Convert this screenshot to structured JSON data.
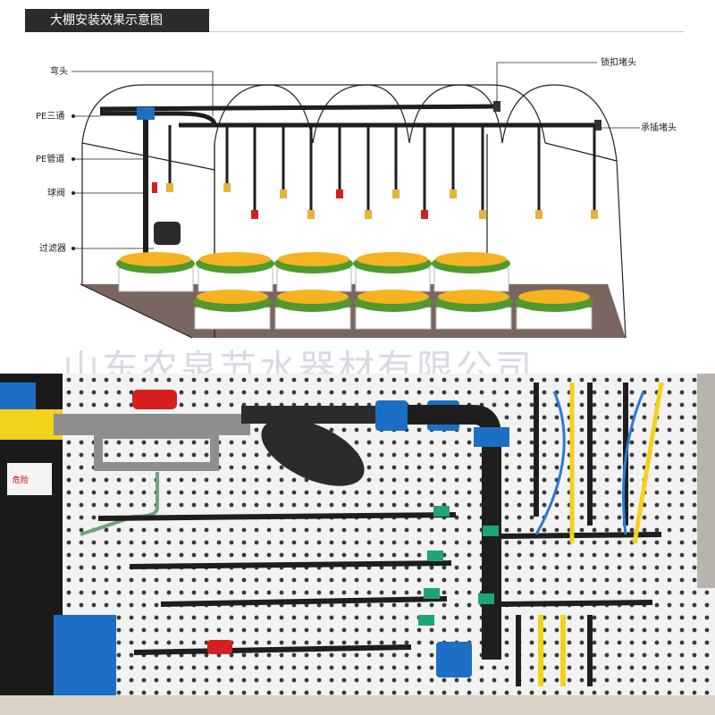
{
  "header": {
    "title": "大棚安装效果示意图"
  },
  "labels": {
    "elbow": "弯头",
    "pe_tee": "PE三通",
    "pe_pipe": "PE管道",
    "ball_valve": "球阀",
    "filter": "过滤器",
    "lock_cap": "锁扣堵头",
    "socket_cap": "承插堵头"
  },
  "watermark": "山东农泉节水器材有限公司",
  "photo": {
    "warning_label": "危险"
  },
  "colors": {
    "banner": "#2b2b2b",
    "pipe": "#1e1e1e",
    "coupling_blue": "#1c6fc4",
    "valve_red": "#d62020",
    "flower_yellow": "#f5b321",
    "leaf_green": "#4f9a2e",
    "pegboard": "#f2f2f2",
    "valve_green": "#1ea37a"
  }
}
